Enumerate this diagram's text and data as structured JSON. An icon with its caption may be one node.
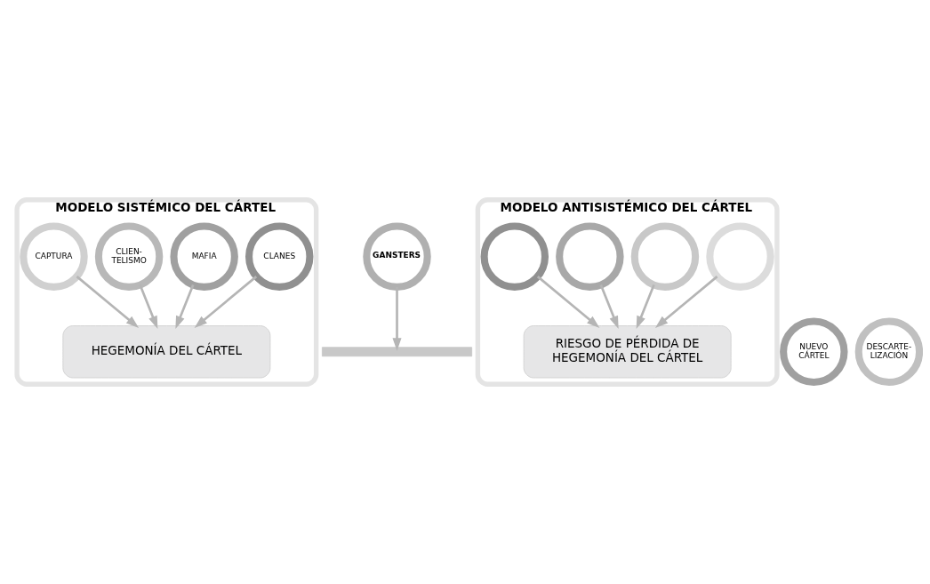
{
  "diagram": {
    "nodes": [
      {
        "text": [
          "MODELO SISTÉMICO DEL CÁRTEL"
        ]
      },
      {
        "text": [
          "CAPTURA"
        ],
        "in": 0
      },
      {
        "text": [
          "CLIEN- TELISMO"
        ],
        "in": 0
      },
      {
        "text": [
          "MAFIA"
        ],
        "in": 0
      },
      {
        "text": [
          "CLANES"
        ],
        "in": 0
      },
      {
        "text": [
          "HEGEMONÍA DEL CÁRTEL"
        ],
        "in": 0
      },
      {
        "text": [
          "GANSTERS"
        ]
      },
      {
        "text": [
          "MODELO ANTISISTÉMICO DEL CÁRTEL"
        ]
      },
      {
        "text": [],
        "shape": "circle",
        "in": 7
      },
      {
        "text": [],
        "shape": "circle",
        "in": 7
      },
      {
        "text": [],
        "shape": "circle",
        "in": 7
      },
      {
        "text": [],
        "shape": "circle",
        "in": 7
      },
      {
        "text": [
          "RIESGO DE PÉRDIDA DE HEGEMONÍA DEL CÁRTEL"
        ],
        "in": 7
      },
      {
        "text": [],
        "shape": "bar"
      },
      {
        "text": [
          "NUEVO CÁRTEL"
        ]
      },
      {
        "text": [
          "DESCARTE- LIZACIÓN"
        ]
      }
    ],
    "edges": [
      {
        "from": 1,
        "to": 5,
        "arrow": "to"
      },
      {
        "from": 2,
        "to": 5,
        "arrow": "to"
      },
      {
        "from": 3,
        "to": 5,
        "arrow": "to"
      },
      {
        "from": 4,
        "to": 5,
        "arrow": "to"
      },
      {
        "from": 8,
        "to": 12,
        "arrow": "to"
      },
      {
        "from": 9,
        "to": 12,
        "arrow": "to"
      },
      {
        "from": 10,
        "to": 12,
        "arrow": "to"
      },
      {
        "from": 11,
        "to": 12,
        "arrow": "to"
      },
      {
        "from": 6,
        "to": 13,
        "arrow": "to"
      }
    ]
  }
}
